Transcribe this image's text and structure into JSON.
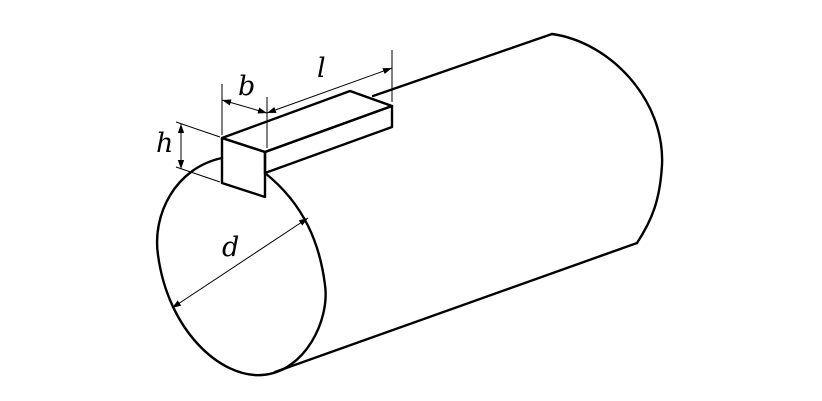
{
  "labels": {
    "key_width": "b",
    "key_length": "l",
    "key_height": "h",
    "shaft_diameter": "d"
  }
}
